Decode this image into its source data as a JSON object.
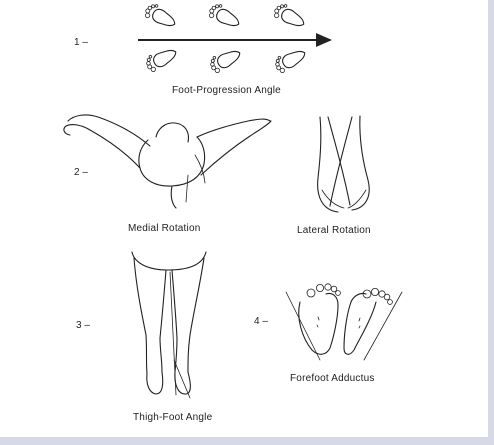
{
  "panels": [
    {
      "number": "1 –",
      "caption": "Foot-Progression Angle"
    },
    {
      "number": "2 –",
      "captions": [
        "Medial Rotation",
        "Lateral Rotation"
      ]
    },
    {
      "number": "3 –",
      "caption": "Thigh-Foot Angle"
    },
    {
      "number": "4 –",
      "caption": "Forefoot Adductus"
    }
  ],
  "colors": {
    "ink": "#222222",
    "frame": "#d7d9e6",
    "background": "#ffffff"
  },
  "icons": [
    "footprint-icon",
    "arrow-icon"
  ]
}
